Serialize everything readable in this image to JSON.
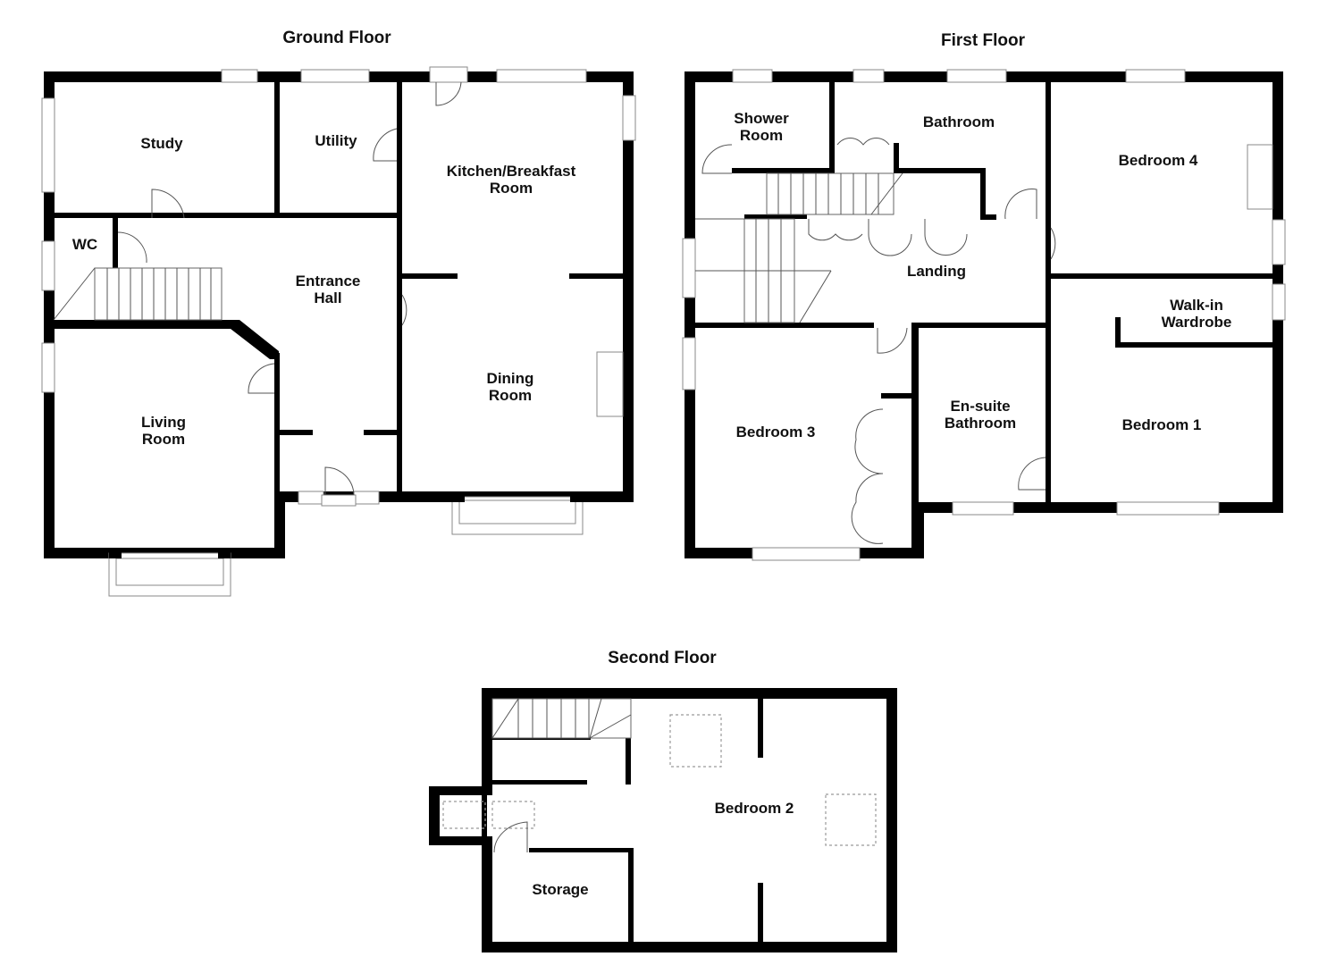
{
  "floors": {
    "ground": {
      "title": "Ground Floor",
      "rooms": {
        "study": "Study",
        "utility": "Utility",
        "kitchen_l1": "Kitchen/Breakfast",
        "kitchen_l2": "Room",
        "wc": "WC",
        "hall_l1": "Entrance",
        "hall_l2": "Hall",
        "living_l1": "Living",
        "living_l2": "Room",
        "dining_l1": "Dining",
        "dining_l2": "Room"
      }
    },
    "first": {
      "title": "First Floor",
      "rooms": {
        "shower_l1": "Shower",
        "shower_l2": "Room",
        "bathroom": "Bathroom",
        "bedroom4": "Bedroom 4",
        "landing": "Landing",
        "walkin_l1": "Walk-in",
        "walkin_l2": "Wardrobe",
        "bedroom3": "Bedroom 3",
        "ensuite_l1": "En-suite",
        "ensuite_l2": "Bathroom",
        "bedroom1": "Bedroom 1"
      }
    },
    "second": {
      "title": "Second Floor",
      "rooms": {
        "bedroom2": "Bedroom 2",
        "storage": "Storage"
      }
    }
  },
  "colors": {
    "wall": "#000000",
    "background": "#ffffff",
    "fixture_line": "#8a8a8a"
  }
}
